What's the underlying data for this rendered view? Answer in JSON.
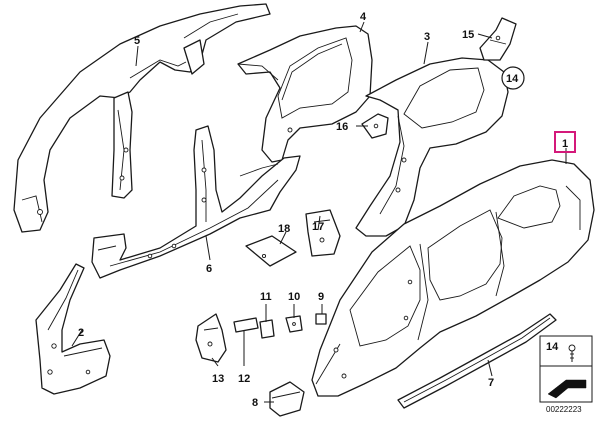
{
  "callouts": {
    "p1": "1",
    "p2": "2",
    "p3": "3",
    "p4": "4",
    "p5": "5",
    "p6": "6",
    "p7": "7",
    "p8": "8",
    "p9": "9",
    "p10": "10",
    "p11": "11",
    "p12": "12",
    "p13": "13",
    "p14": "14",
    "p15": "15",
    "p16": "16",
    "p17": "17",
    "p18": "18"
  },
  "legend": {
    "number": "14",
    "doc_number": "00222223"
  },
  "colors": {
    "highlight": "#d4197a",
    "line": "#1a1a1a"
  },
  "icons": {
    "arrow": "arrow-icon",
    "screw": "screw-icon"
  }
}
